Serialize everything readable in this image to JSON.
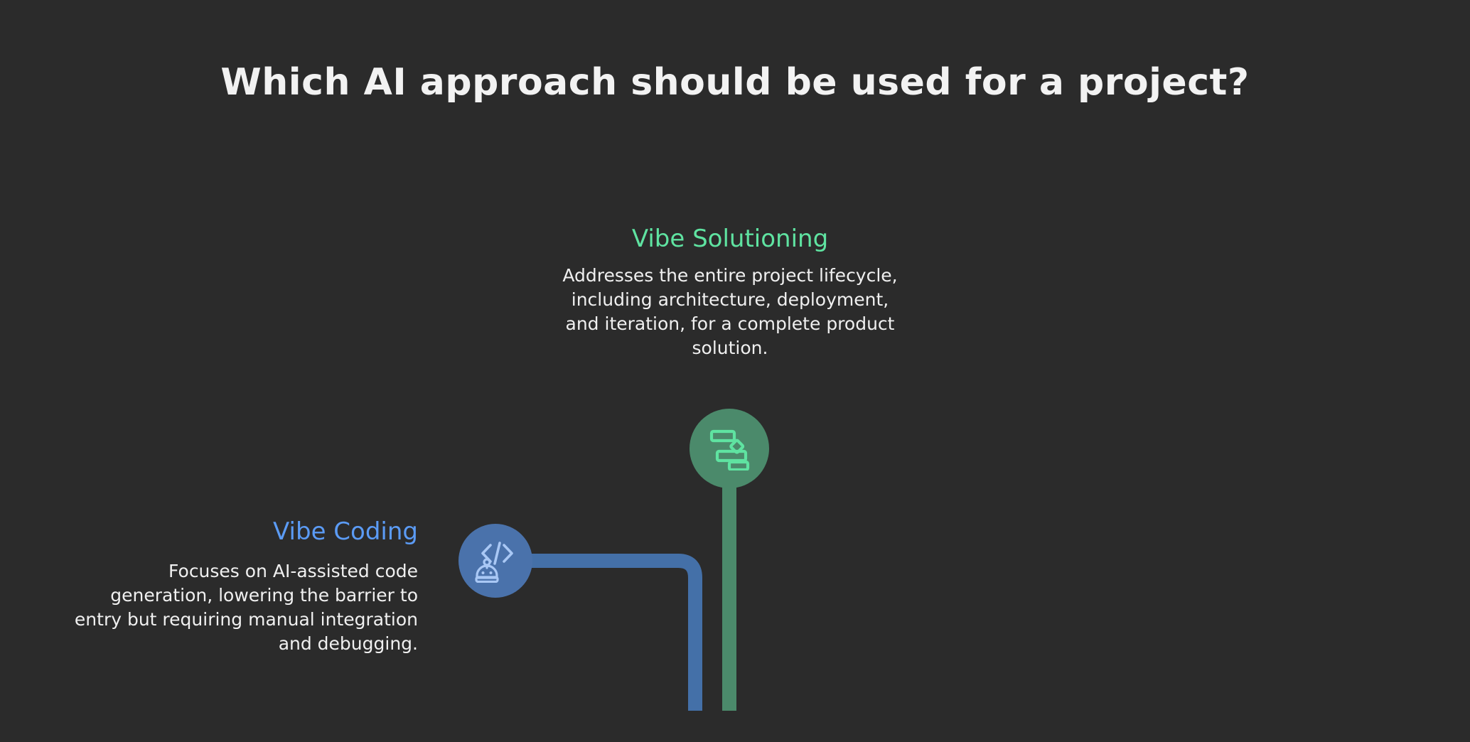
{
  "page": {
    "background_color": "#2b2b2b",
    "title": "Which AI approach should be used for a project?",
    "title_color": "#f2f2f2"
  },
  "nodes": [
    {
      "id": "vibe-solutioning",
      "heading": "Vibe Solutioning",
      "heading_color": "#5fe3a1",
      "body": "Addresses the entire project lifecycle, including architecture, deployment, and iteration, for a complete product solution.",
      "icon": "gantt-chart-icon",
      "icon_color": "#5fe3a1",
      "circle_color": "#4b8a6b",
      "connector_color": "#4b8a6b",
      "text_align": "center"
    },
    {
      "id": "vibe-coding",
      "heading": "Vibe Coding",
      "heading_color": "#5b9bf5",
      "body": "Focuses on AI-assisted code generation, lowering the barrier to entry but requiring manual integration and debugging.",
      "icon": "code-robot-icon",
      "icon_color": "#a9c8f5",
      "circle_color": "#4a72ab",
      "connector_color": "#4470a8",
      "text_align": "right"
    }
  ],
  "connectors": [
    {
      "id": "solutioning-trunk",
      "from": "vibe-solutioning",
      "color": "#4b8a6b",
      "shape": "vertical-line"
    },
    {
      "id": "coding-branch",
      "from": "vibe-coding",
      "color": "#4470a8",
      "shape": "elbow-right-then-down"
    }
  ]
}
